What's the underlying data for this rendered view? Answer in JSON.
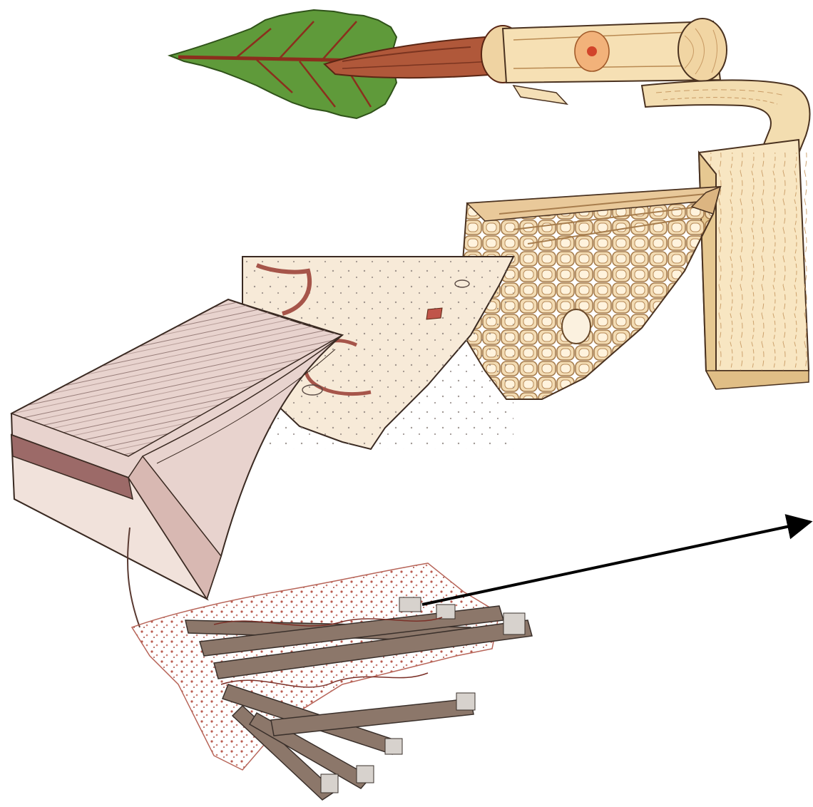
{
  "figure": {
    "labels": [],
    "colors": {
      "leaf": "#5f9a3a",
      "leaf_dark": "#3c6e23",
      "bark": "#b0583a",
      "bark_dark": "#7a3420",
      "wood_light": "#f8e8c4",
      "wood": "#efd3a2",
      "wood_line": "#c89a64",
      "cell_wall": "#d9b07c",
      "cell_light": "#f6e8d4",
      "lamella_pink": "#e9d3cf",
      "lamella_line": "#9c7f7a",
      "fibril_red": "#a8443b",
      "fibril_brown": "#7b6558",
      "outline": "#2a2220",
      "arrow": "#000000"
    },
    "stages": [
      "leaf-icon",
      "branch-with-cross-section",
      "wood-plank",
      "wood-cell-tissue-block",
      "cell-wall-detail",
      "cell-wall-layers",
      "microfibril-network"
    ]
  }
}
